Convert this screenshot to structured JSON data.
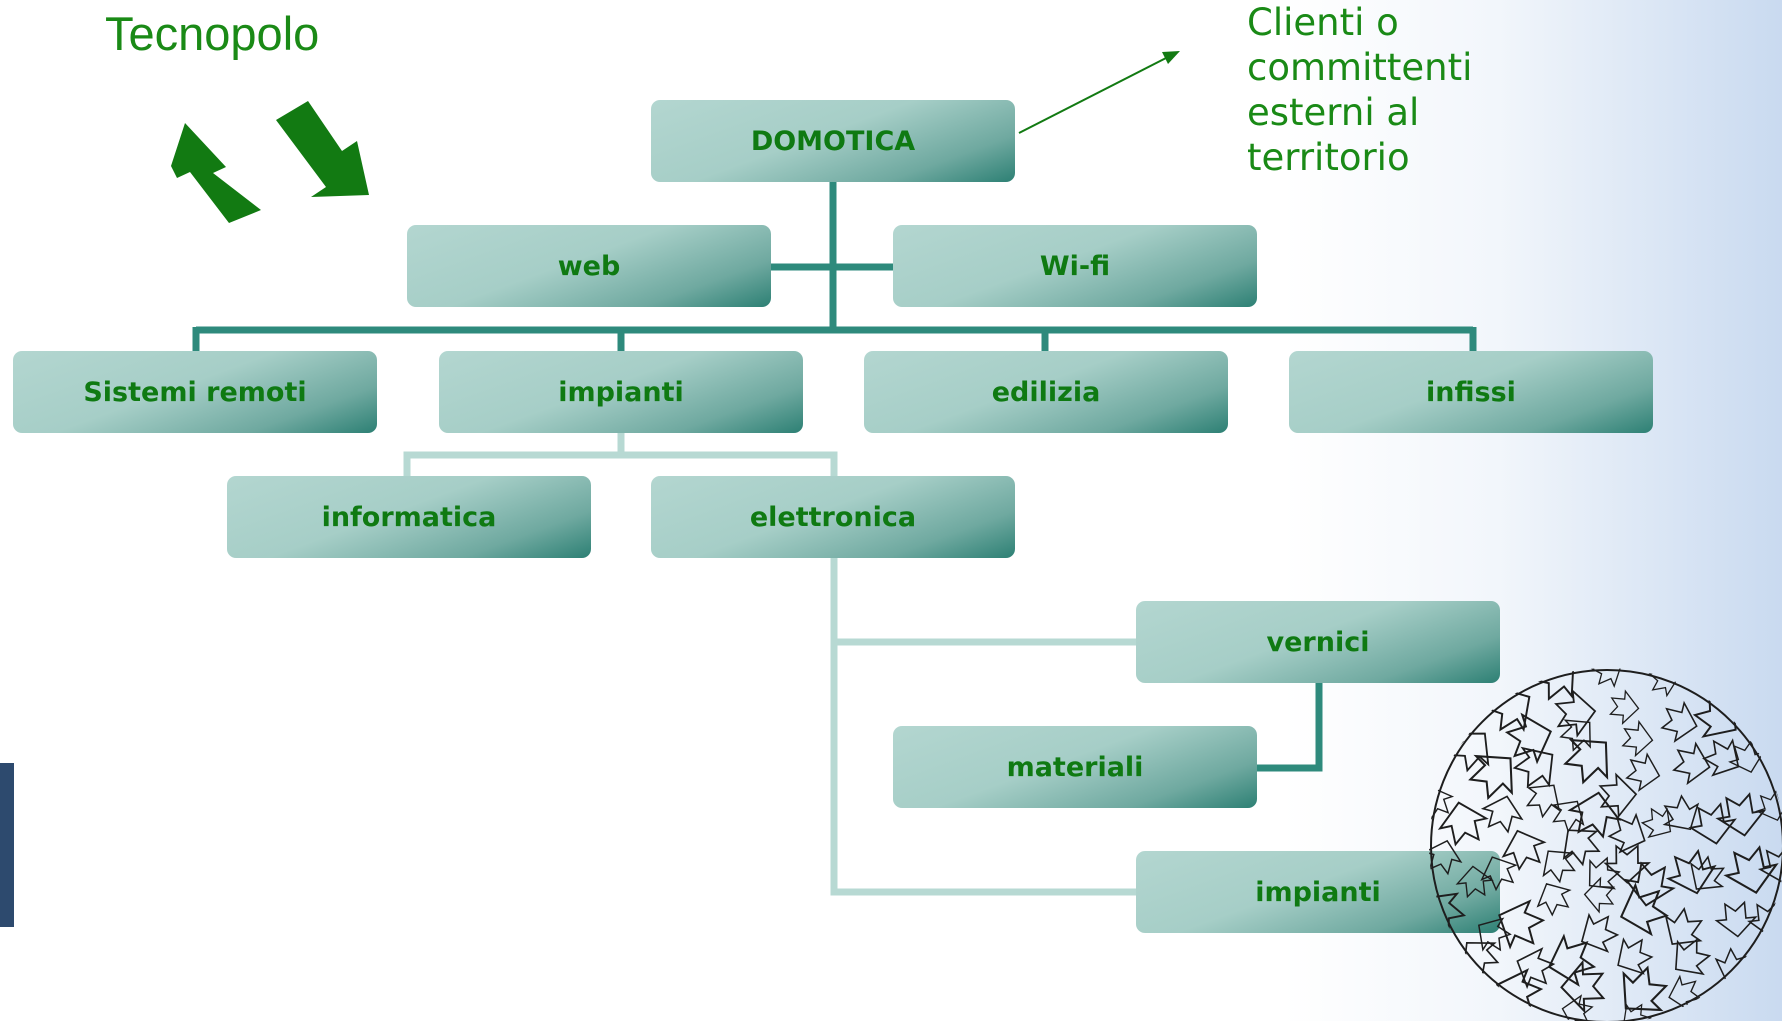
{
  "title": "Tecnopolo",
  "external_note": [
    "Clienti o",
    "committenti",
    "esterni al",
    "territorio"
  ],
  "nodes": {
    "root": "DOMOTICA",
    "web": "web",
    "wifi": "Wi-fi",
    "sistemi_remoti": "Sistemi remoti",
    "impianti": "impianti",
    "edilizia": "edilizia",
    "infissi": "infissi",
    "informatica": "informatica",
    "elettronica": "elettronica",
    "vernici": "vernici",
    "materiali": "materiali",
    "impianti_2": "impianti"
  },
  "colors": {
    "text": "#1a8a16",
    "node_light": "#b3d6d0",
    "node_dark": "#2d8074",
    "connector_dark": "#2e8a7c",
    "connector_light": "#b7d9d3",
    "arrow": "#127a12"
  },
  "icons": [
    "up-left-arrow-icon",
    "down-right-arrow-icon",
    "globe-arrows-icon"
  ]
}
